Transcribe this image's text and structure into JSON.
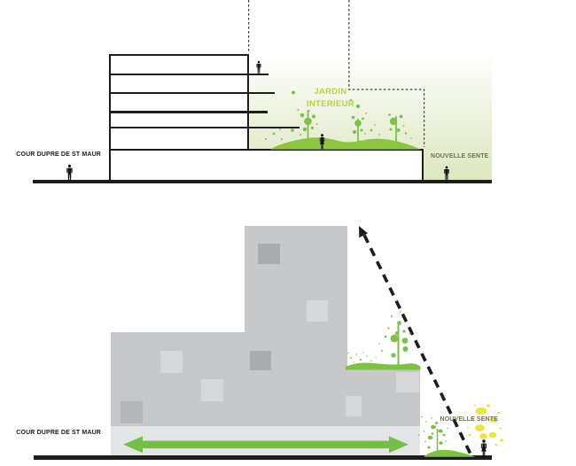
{
  "title": "Building section and elevation diagrams with interior garden",
  "colors": {
    "ink": "#1d1d1d",
    "vegetation_green": "#7cc14a",
    "mound_green": "#8cc63f",
    "arrow_green": "#74c044",
    "garden_label_green": "#bdd23b",
    "path_label_olive": "#6e7150",
    "gradient_green": "#dde7bf",
    "wall_grey": "#c6c8ca",
    "strip_grey": "#e4e5e7",
    "window_light": "#d5d7d9",
    "window_dark": "#a9abae",
    "accent_yellow": "#ebe63c"
  },
  "top_section": {
    "street_label": "COUR DUPRE DE ST MAUR",
    "garden_label_lines": [
      "JARDIN",
      "INTERIEUR"
    ],
    "path_label": "NOUVELLE SENTE",
    "floor_count": 5
  },
  "bottom_section": {
    "street_label": "COUR DUPRE DE ST MAUR",
    "path_label": "NOUVELLE SENTE"
  }
}
